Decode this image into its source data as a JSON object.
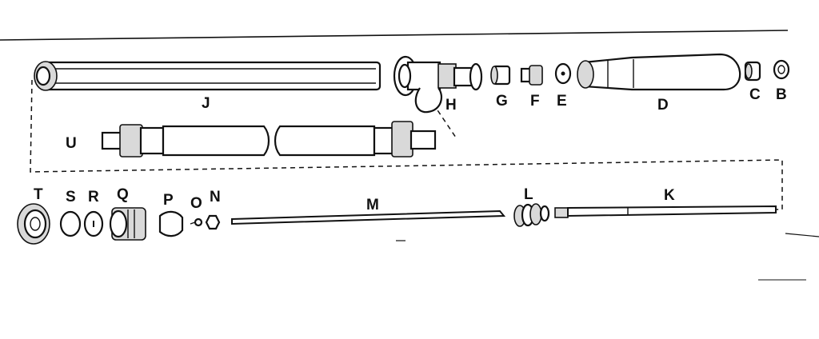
{
  "labels": {
    "B": "B",
    "C": "C",
    "D": "D",
    "E": "E",
    "F": "F",
    "G": "G",
    "H": "H",
    "J": "J",
    "K": "K",
    "L": "L",
    "M": "M",
    "N": "N",
    "O": "O",
    "P": "P",
    "Q": "Q",
    "R": "R",
    "S": "S",
    "T": "T",
    "U": "U"
  }
}
